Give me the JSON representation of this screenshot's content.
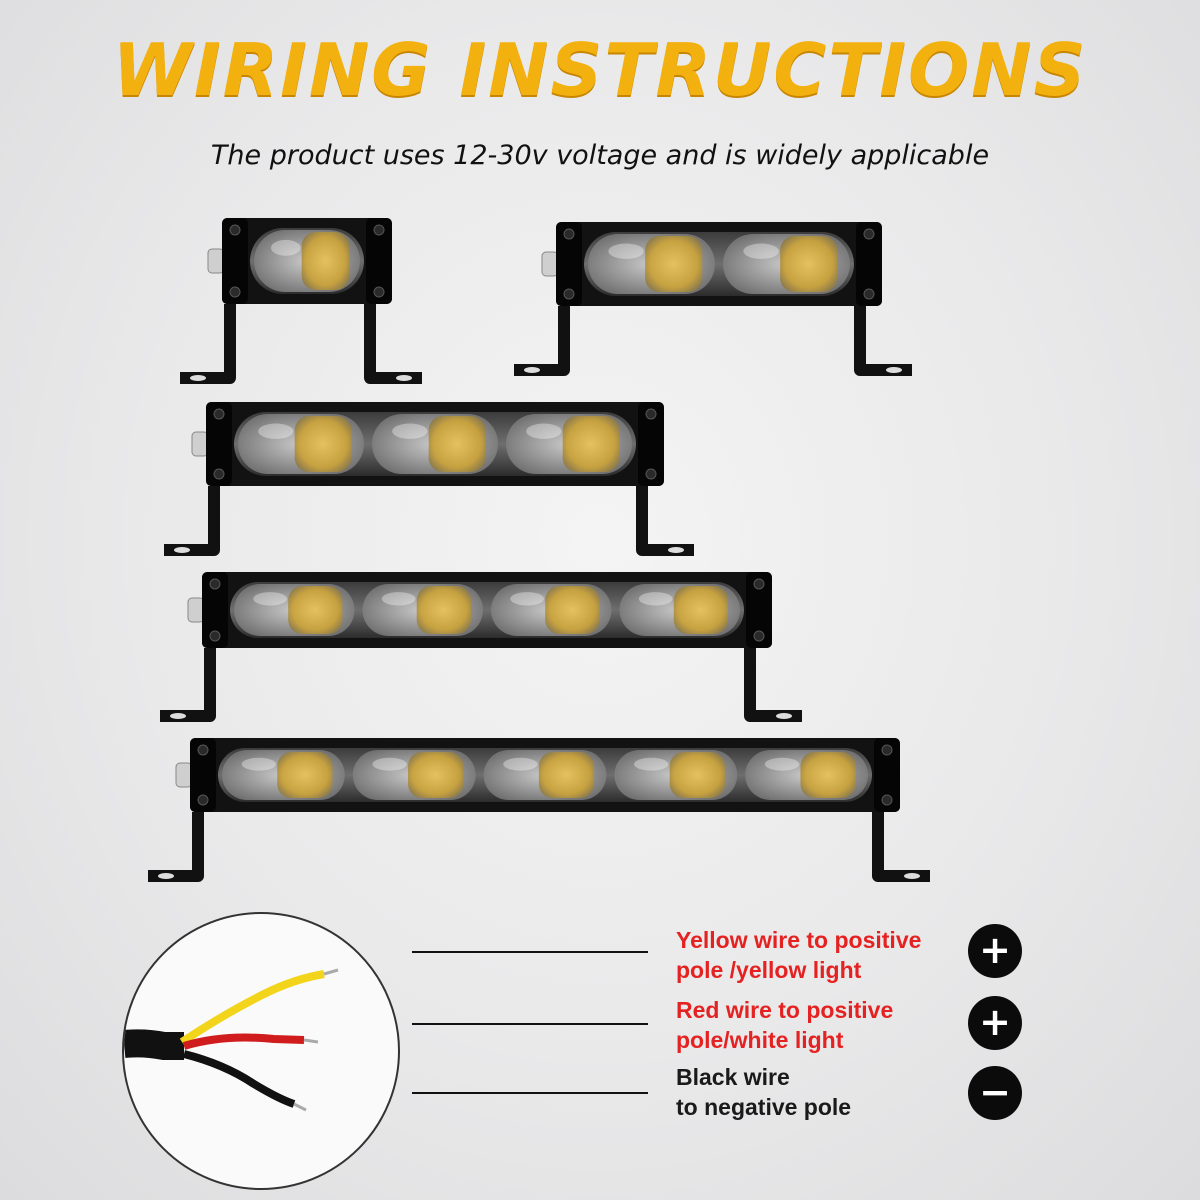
{
  "title": "WIRING INSTRUCTIONS",
  "subtitle": "The product uses 12-30v voltage and is widely applicable",
  "colors": {
    "title": "#f3b110",
    "red_text": "#e52222",
    "black_text": "#1a1a1a",
    "yellow_wire": "#f2d51b",
    "red_wire": "#d01c1c",
    "black_wire": "#111111"
  },
  "light_bars": [
    {
      "lens_count": 1
    },
    {
      "lens_count": 2
    },
    {
      "lens_count": 3
    },
    {
      "lens_count": 4
    },
    {
      "lens_count": 5
    }
  ],
  "wiring": [
    {
      "line1": "Yellow wire to positive",
      "line2": "pole /yellow light",
      "sign": "+",
      "sign_icon": "plus-icon",
      "color": "#e52222"
    },
    {
      "line1": "Red wire to positive",
      "line2": "pole/white light",
      "sign": "+",
      "sign_icon": "plus-icon",
      "color": "#e52222"
    },
    {
      "line1": "Black wire",
      "line2": "to negative pole",
      "sign": "−",
      "sign_icon": "minus-icon",
      "color": "#1a1a1a"
    }
  ]
}
